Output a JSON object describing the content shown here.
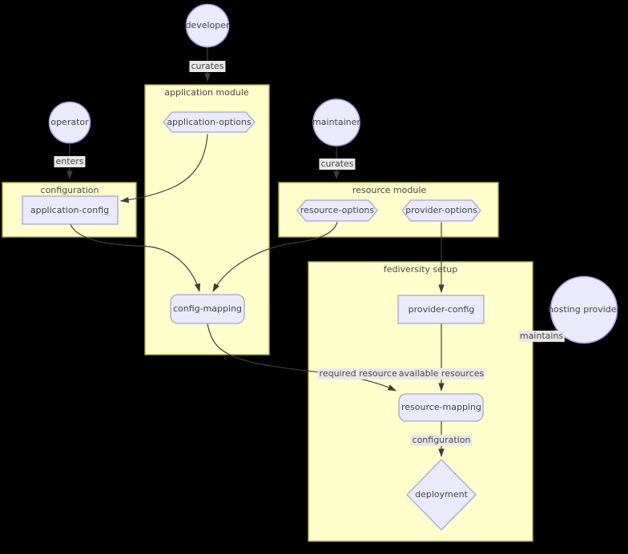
{
  "nodes": {
    "developer": "developer",
    "operator": "operator",
    "maintainer": "maintainer",
    "hosting_provider": "hosting provider",
    "application_options": "application-options",
    "application_config": "application-config",
    "config_mapping": "config-mapping",
    "resource_options": "resource-options",
    "provider_options": "provider-options",
    "provider_config": "provider-config",
    "resource_mapping": "resource-mapping",
    "deployment": "deployment"
  },
  "clusters": {
    "application_module": "application module",
    "configuration": "configuration",
    "resource_module": "resource module",
    "fediversity_setup": "fediversity setup"
  },
  "edges": {
    "developer_curates": "curates",
    "operator_enters": "enters",
    "maintainer_curates": "curates",
    "hosting_maintains": "maintains",
    "required_resources": "required resources",
    "available_resources": "available resources",
    "configuration_edge": "configuration"
  },
  "colors": {
    "background": "#000000",
    "cluster_fill": "#ffffcc",
    "cluster_border": "#adad4b",
    "node_fill": "#eaeafb",
    "circle_border": "#b2a0e6",
    "shape_border": "#a5a5da",
    "edge": "#3e3e3e",
    "label_bg": "#e8e8e8",
    "text": "#464646"
  }
}
